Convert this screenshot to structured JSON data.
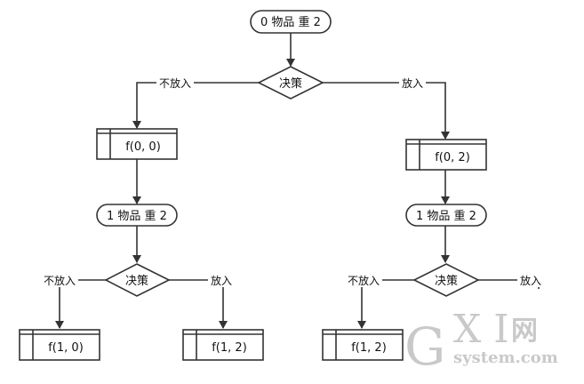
{
  "colors": {
    "stroke": "#333333",
    "text": "#111111",
    "watermark": "#c9c9c9"
  },
  "nodes": {
    "start": "0 物品 重 2",
    "decision_top": "决策",
    "box_f00": "f(0, 0)",
    "box_f02": "f(0, 2)",
    "item1_left": "1 物品 重 2",
    "item1_right": "1 物品 重 2",
    "decision_left": "决策",
    "decision_right": "决策",
    "box_f10": "f(1, 0)",
    "box_f12_left": "f(1, 2)",
    "box_f12_right": "f(1, 2)"
  },
  "edges": {
    "top_left": "不放入",
    "top_right": "放入",
    "left_left": "不放入",
    "left_right": "放入",
    "right_left": "不放入",
    "right_right": "放入"
  },
  "watermark": {
    "g": "G",
    "xi": "X I",
    "net": "网",
    "site": "system.com"
  }
}
